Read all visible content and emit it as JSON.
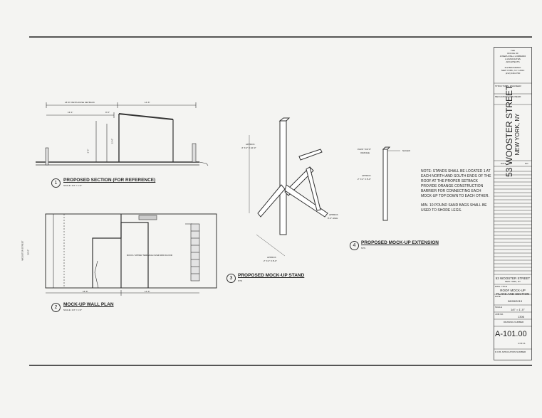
{
  "title_block": {
    "office": [
      "THE",
      "OFFICE OF",
      "JOSEPH PELL LOMBARDI",
      "& ASSOCIATES",
      "ARCHITECTS",
      "",
      "412 BROADWAY",
      "NEW YORK, N.Y. 10013",
      "(212) 349-0700"
    ],
    "structural_engineer": "STRUCTURAL ENGINEER:",
    "mechanical_engineer": "MECHANICAL ENGINEER:",
    "project_name_vertical": "53 WOOSTER STREET",
    "project_city_vertical": "NEW YORK, NY",
    "rev_col_date": "DATE",
    "rev_col_no": "NO.",
    "project_address": "53 WOOSTER STREET",
    "project_city": "NEW YORK, NY",
    "dwg_title_label": "DWG. TITLE",
    "dwg_title_lines": [
      "ROOF MOCK-UP",
      "PLANS AND SECTION"
    ],
    "date_label": "DATE",
    "date_value": "08/28/2013",
    "scale_label": "SCALE",
    "scale_value": "1/4\" = 1'-0\"",
    "job_label": "JOB NO.",
    "job_value": "1306",
    "drawing_number_label": "DRAWING NUMBER",
    "drawing_number": "A-101.00",
    "sheet_count": "4 OF 11",
    "dob_label": "D.O.B. APPLICATION NUMBER"
  },
  "note": {
    "main": "NOTE: STANDS SHALL BE LOCATED 1 AT EACH NORTH AND SOUTH ENDS OF THE ROOF AT THE PROPER SETBACK PROVIDE ORANGE CONSTRUCTION BARRIER FOR CONNECTING EACH MOCK-UP TOP DOWN TO EACH OTHER.",
    "sandbags": "MIN. 10 POUND SAND BAGS SHALL BE USED TO SHORE LEGS."
  },
  "drawings": {
    "d1": {
      "number": "1",
      "title": "PROPOSED SECTION (FOR REFERENCE)",
      "scale": "SCALE: 1/4\" = 1'-0\""
    },
    "d2": {
      "number": "2",
      "title": "MOCK-UP WALL PLAN",
      "scale": "SCALE: 1/4\" = 1'-0\""
    },
    "d3": {
      "number": "3",
      "title": "PROPOSED MOCK-UP STAND",
      "scale": "NTS"
    },
    "d4": {
      "number": "4",
      "title": "PROPOSED MOCK-UP EXTENSION",
      "scale": "NTS"
    }
  },
  "annotations": {
    "penthouse_setback": "18'-8\" PENTHOUSE SETBACK",
    "dim_14_6_top": "14'-6\"",
    "dim_13_1": "13'-1\"",
    "dim_9_5": "9'-5\"",
    "dim_12_0": "12'-0\"",
    "dim_3_6": "3'-6\"",
    "wooster_street": "WOOSTER STREET",
    "dim_50_0": "50'-0\"",
    "roof_terrace": "ROOF / UPPER TERRACE OVER 3RD FLOOR",
    "dim_18_8": "18'-8\"",
    "dim_14_6_bottom": "14'-6\"",
    "approx_top": [
      "APPROX.",
      "4\" X 4\" X 10'-0\""
    ],
    "approx_high": [
      "APPROX.",
      "8'-0\" HIGH"
    ],
    "approx_bottom": [
      "APPROX.",
      "2\" X 4\" X 8'-0\""
    ],
    "paint_top": [
      "PAINT TOP 8\"",
      "ORANGE"
    ],
    "nailer": "NAILER",
    "approx_ext": [
      "APPROX.",
      "2\" X 4\" X 8'-0\""
    ]
  }
}
